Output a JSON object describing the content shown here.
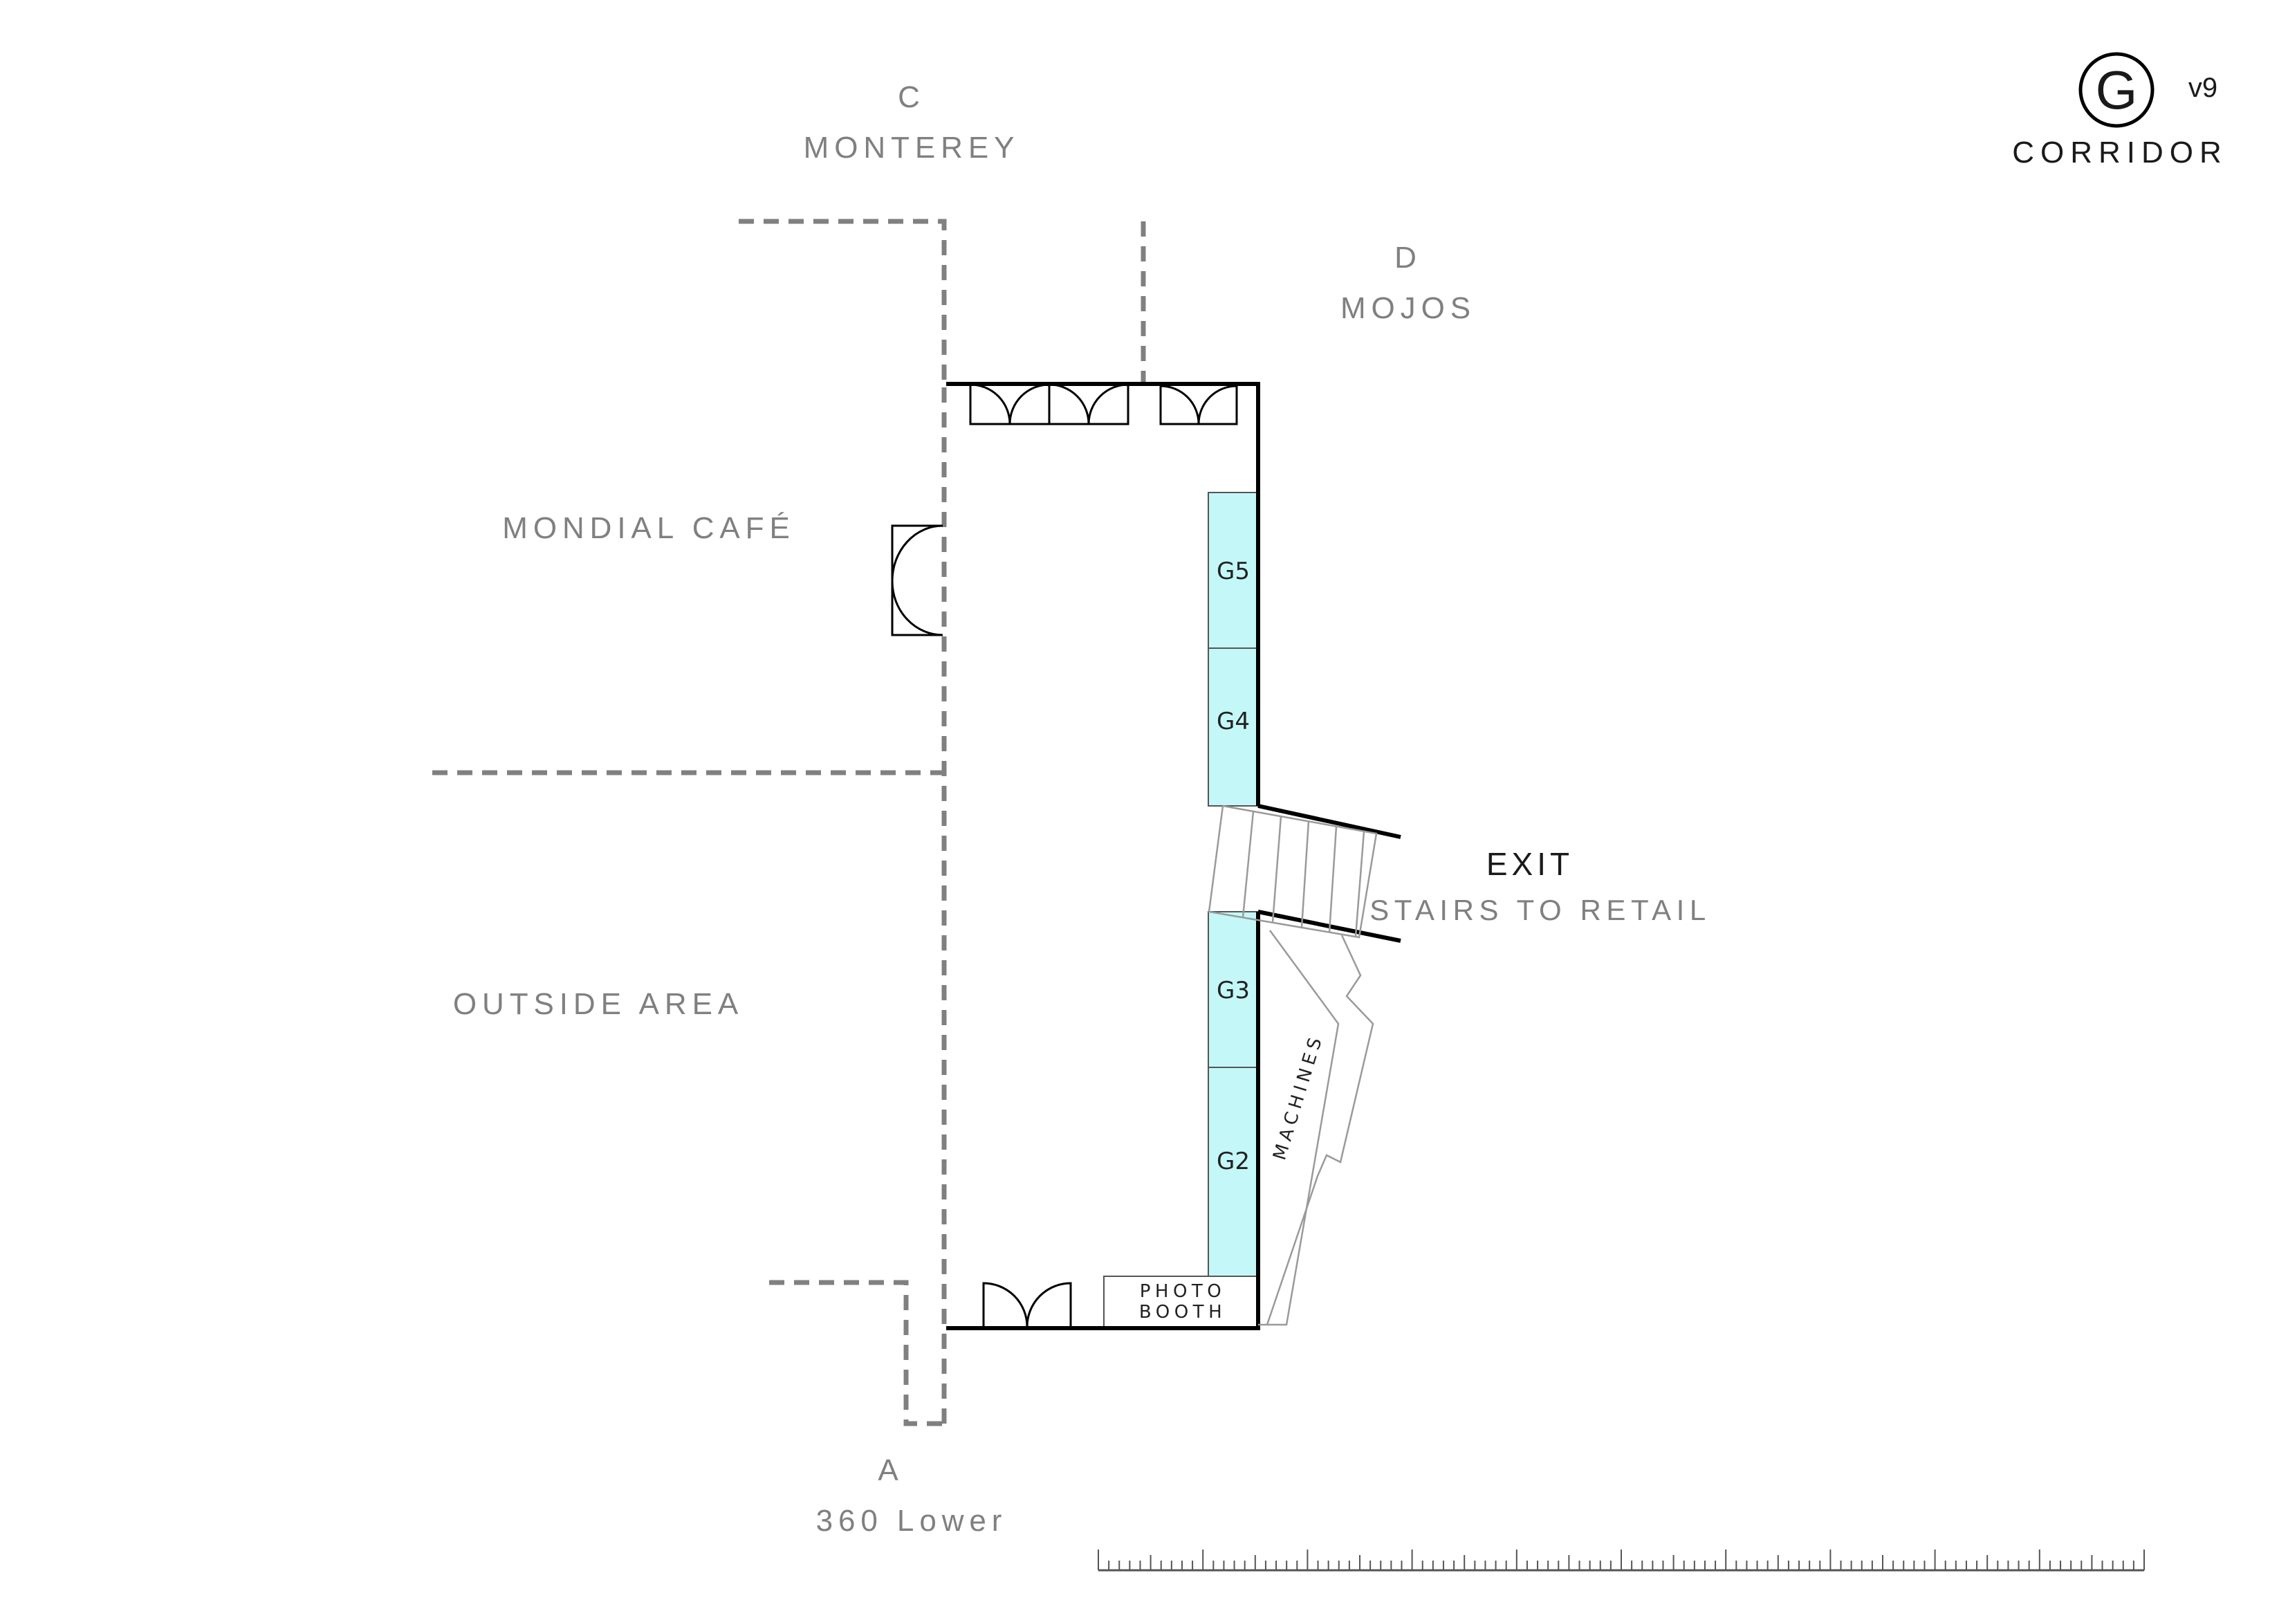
{
  "header": {
    "logo_letter": "G",
    "version": "v9",
    "title": "CORRIDOR"
  },
  "areas": {
    "c_letter": "C",
    "c_name": "MONTEREY",
    "d_letter": "D",
    "d_name": "MOJOS",
    "mondial": "MONDIAL CAFÉ",
    "outside": "OUTSIDE AREA",
    "a_letter": "A",
    "a_name": "360 Lower"
  },
  "exit": {
    "label": "EXIT",
    "sub": "STAIRS TO RETAIL"
  },
  "units": {
    "g5": "G5",
    "g4": "G4",
    "g3": "G3",
    "g2": "G2"
  },
  "fixtures": {
    "photo_booth_line1": "PHOTO",
    "photo_booth_line2": "BOOTH",
    "machines": "MACHINES"
  },
  "colors": {
    "unit_fill": "#c4f8f8",
    "dashed": "#808080",
    "wall": "#000000"
  }
}
